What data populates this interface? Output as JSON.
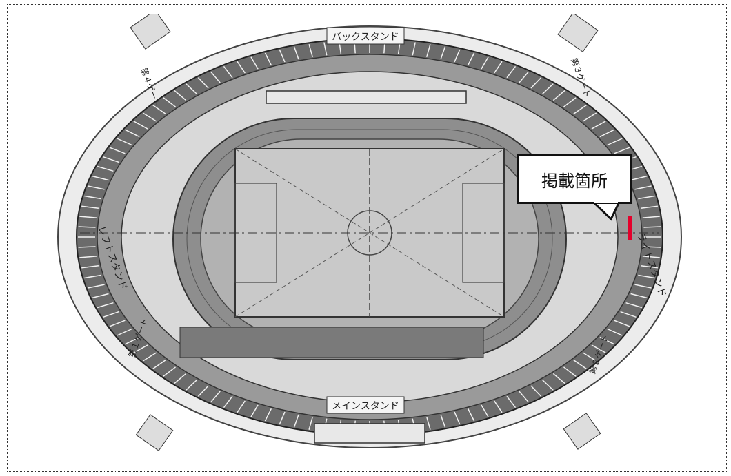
{
  "map": {
    "callout_text": "掲載箇所",
    "stands": {
      "back": "バックスタンド",
      "main": "メインスタンド",
      "left": "レフトスタンド",
      "right": "ライトスタンド"
    },
    "gates": {
      "gate1": "第１ゲート",
      "gate2": "第２ゲート",
      "gate3": "第３ゲート",
      "gate4": "第４ゲート"
    },
    "colors": {
      "marker": "#e4002b",
      "field": "#c9c9c9",
      "track": "#8e8e8e",
      "stands": "#5a5a5a"
    }
  }
}
